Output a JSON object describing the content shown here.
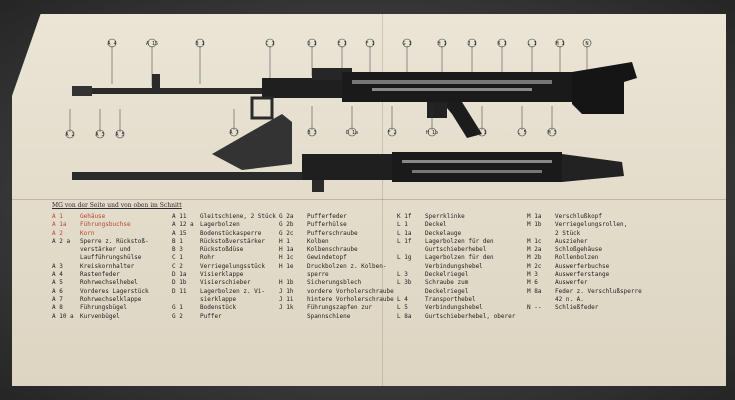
{
  "document": {
    "heading": "MG von der Seite und von oben im Schnitt",
    "callouts_top": [
      "A 4",
      "A 15",
      "B 1",
      "C 1",
      "D 1",
      "E 1",
      "F 1",
      "G 1",
      "H 1",
      "J 1",
      "K 1",
      "L 1",
      "M 1",
      "N"
    ],
    "callouts_bottom": [
      "A 2",
      "A 3",
      "A 5",
      "A 7",
      "B 3",
      "D 1a",
      "F 2",
      "H 1b",
      "K 1",
      "L 5",
      "M 3"
    ],
    "columns": [
      {
        "rows": [
          {
            "code": "A 1",
            "text": "Gehäuse"
          },
          {
            "code": "A 1a",
            "text": "Führungsbuchse"
          },
          {
            "code": "A 2",
            "text": "Korn"
          },
          {
            "code": "A 2 a",
            "text": "Sperre z. Rückstoß-"
          },
          {
            "code": "",
            "text": "verstärker und"
          },
          {
            "code": "",
            "text": "Laufführungshülse"
          },
          {
            "code": "A 3",
            "text": "Kreiskornhalter"
          },
          {
            "code": "A 4",
            "text": "Rastenfeder"
          },
          {
            "code": "A 5",
            "text": "Rohrwechselhebel"
          },
          {
            "code": "A 6",
            "text": "Vorderes Lagerstück"
          },
          {
            "code": "A 7",
            "text": "Rohrwechselklappe"
          },
          {
            "code": "A 8",
            "text": "Führungsbügel"
          },
          {
            "code": "A 10 a",
            "text": "Kurvenbügel"
          }
        ]
      },
      {
        "rows": [
          {
            "code": "A 11",
            "text": "Gleitschiene, 2 Stück"
          },
          {
            "code": "A 12 a",
            "text": "Lagerbolzen"
          },
          {
            "code": "A 15",
            "text": "Bodenstückasperre"
          },
          {
            "code": "B 1",
            "text": "Rückstoßverstärker"
          },
          {
            "code": "B 3",
            "text": "Rückstoßdüse"
          },
          {
            "code": "C 1",
            "text": "Rohr"
          },
          {
            "code": "C 2",
            "text": "Verriegelungsstück"
          },
          {
            "code": "D 1a",
            "text": "Visierklappe"
          },
          {
            "code": "D 1b",
            "text": "Visierschieber"
          },
          {
            "code": "D 11",
            "text": "Lagerbolzen z. Vi-"
          },
          {
            "code": "",
            "text": "sierklappe"
          },
          {
            "code": "G 1",
            "text": "Bodenstück"
          },
          {
            "code": "G 2",
            "text": "Puffer"
          }
        ]
      },
      {
        "rows": [
          {
            "code": "G 2a",
            "text": "Pufferfeder"
          },
          {
            "code": "G 2b",
            "text": "Pufferhülse"
          },
          {
            "code": "G 2c",
            "text": "Pufferschraube"
          },
          {
            "code": "H 1",
            "text": "Kolben"
          },
          {
            "code": "H 1a",
            "text": "Kolbenschraube"
          },
          {
            "code": "H 1c",
            "text": "Gewindetopf"
          },
          {
            "code": "H 1e",
            "text": "Druckbolzen z. Kolben-"
          },
          {
            "code": "",
            "text": "sperre"
          },
          {
            "code": "H 1b",
            "text": "Sicherungsblech"
          },
          {
            "code": "J 1h",
            "text": "vordere Vorholerschraube"
          },
          {
            "code": "J 1i",
            "text": "hintere Vorholerschraube"
          },
          {
            "code": "J 1k",
            "text": "Führungszapfen zur"
          },
          {
            "code": "",
            "text": "Spannschiene"
          }
        ]
      },
      {
        "rows": [
          {
            "code": "K 1f",
            "text": "Sperrklinke"
          },
          {
            "code": "L 1",
            "text": "Deckel"
          },
          {
            "code": "L 1a",
            "text": "Deckelauge"
          },
          {
            "code": "L 1f",
            "text": "Lagerbolzen für den"
          },
          {
            "code": "",
            "text": "Gurtschieberhebel"
          },
          {
            "code": "L 1g",
            "text": "Lagerbolzen für den"
          },
          {
            "code": "",
            "text": "Verbindungshebel"
          },
          {
            "code": "L 3",
            "text": "Deckelriegel"
          },
          {
            "code": "L 3b",
            "text": "Schraube zum"
          },
          {
            "code": "",
            "text": "Deckelriegel"
          },
          {
            "code": "L 4",
            "text": "Transporthebel"
          },
          {
            "code": "L 5",
            "text": "Verbindungshebel"
          },
          {
            "code": "L 8a",
            "text": "Gurtschieberhebel, oberer"
          }
        ]
      },
      {
        "rows": [
          {
            "code": "M 1a",
            "text": "Verschlußkopf"
          },
          {
            "code": "M 1b",
            "text": "Verriegelungsrollen,"
          },
          {
            "code": "",
            "text": "2 Stück"
          },
          {
            "code": "M 1c",
            "text": "Auszieher"
          },
          {
            "code": "M 2a",
            "text": "Schloßgehäuse"
          },
          {
            "code": "M 2b",
            "text": "Rollenbolzen"
          },
          {
            "code": "M 2c",
            "text": "Auswerferbuchse"
          },
          {
            "code": "M 3",
            "text": "Auswerferstange"
          },
          {
            "code": "M 6",
            "text": "Auswerfer"
          },
          {
            "code": "M 8a",
            "text": "Feder z. Verschlußsperre"
          },
          {
            "code": "",
            "text": "42 n. A."
          },
          {
            "code": "N --",
            "text": "Schließfeder"
          }
        ]
      }
    ]
  }
}
